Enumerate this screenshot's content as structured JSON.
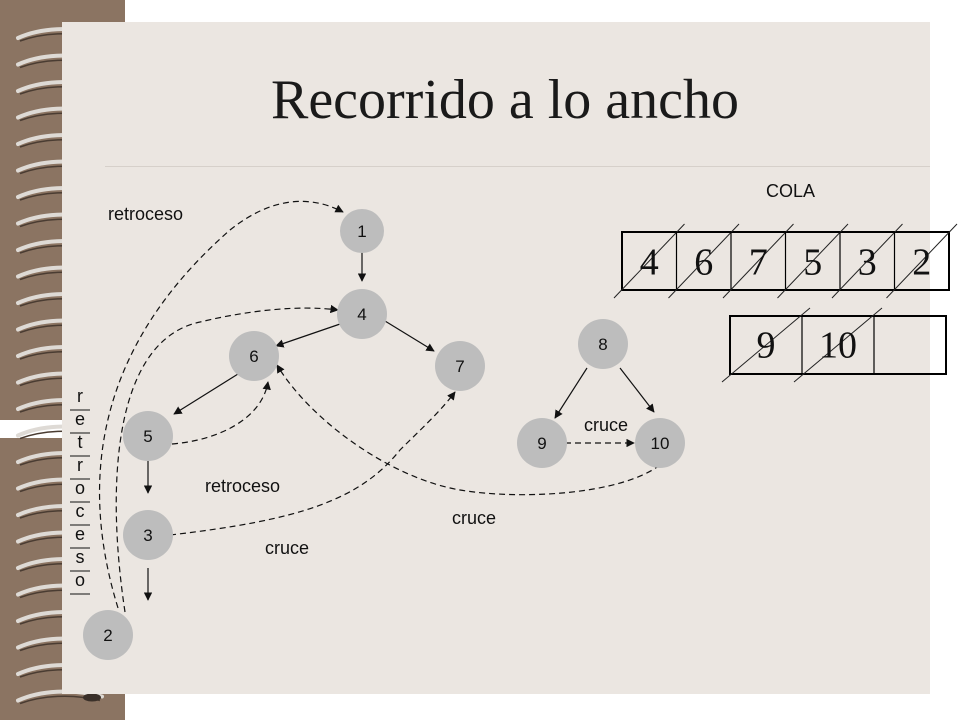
{
  "title": "Recorrido a lo ancho",
  "queue_label": "COLA",
  "queue_row1": [
    "4",
    "6",
    "7",
    "5",
    "3",
    "2"
  ],
  "queue_row2": [
    "9",
    "10",
    ""
  ],
  "nodes": [
    {
      "id": "1",
      "label": "1"
    },
    {
      "id": "4",
      "label": "4"
    },
    {
      "id": "6",
      "label": "6"
    },
    {
      "id": "7",
      "label": "7"
    },
    {
      "id": "5",
      "label": "5"
    },
    {
      "id": "3",
      "label": "3"
    },
    {
      "id": "2",
      "label": "2"
    },
    {
      "id": "8",
      "label": "8"
    },
    {
      "id": "9",
      "label": "9"
    },
    {
      "id": "10",
      "label": "10"
    }
  ],
  "edge_labels": {
    "retroceso_top": "retroceso",
    "retroceso_vertical": "retroceso",
    "retroceso_mid": "retroceso",
    "cruce_9_10": "cruce",
    "cruce_10_6": "cruce",
    "cruce_3_7": "cruce"
  },
  "colors": {
    "page": "#ebe6e1",
    "node_fill": "#bdbdbd",
    "binding": "#8b7462"
  }
}
